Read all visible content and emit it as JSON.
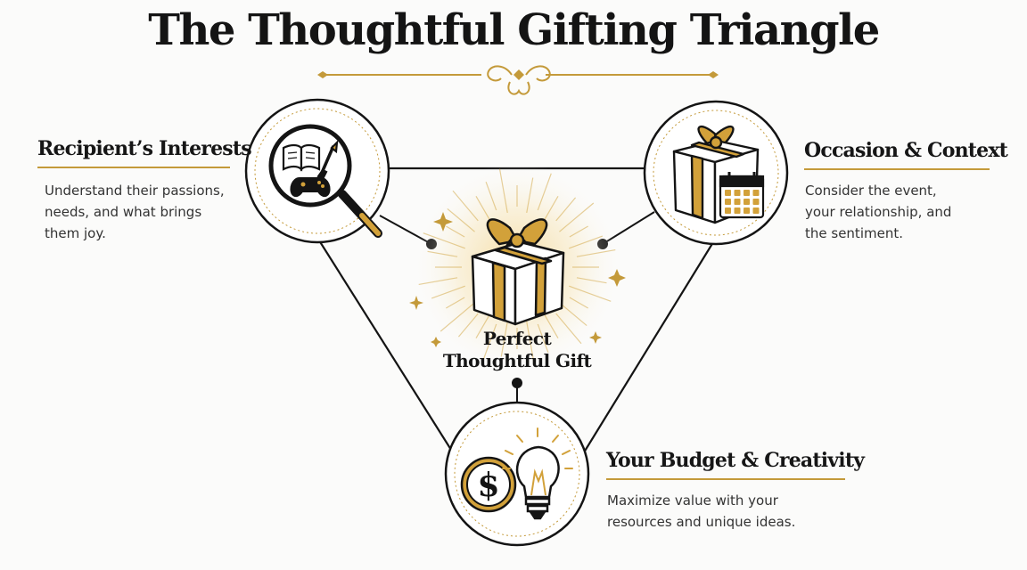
{
  "title": "The Thoughtful Gifting Triangle",
  "center": {
    "label": "Perfect\nThoughtful Gift"
  },
  "nodes": {
    "interests": {
      "heading": "Recipient’s Interests",
      "description": "Understand their passions,\nneeds, and what brings\nthem joy.",
      "icons": [
        "magnifying-glass-icon",
        "book-icon",
        "paintbrush-icon",
        "game-controller-icon"
      ]
    },
    "occasion": {
      "heading": "Occasion & Context",
      "description": "Consider the event,\nyour relationship, and\nthe sentiment.",
      "icons": [
        "gift-box-icon",
        "calendar-icon"
      ]
    },
    "budget": {
      "heading": "Your Budget & Creativity",
      "description": "Maximize value with your\nresources and unique ideas.",
      "icons": [
        "dollar-coin-icon",
        "light-bulb-icon"
      ]
    }
  },
  "colors": {
    "gold": "#c49a3a",
    "ink": "#141414",
    "background": "#fbfbfa"
  }
}
